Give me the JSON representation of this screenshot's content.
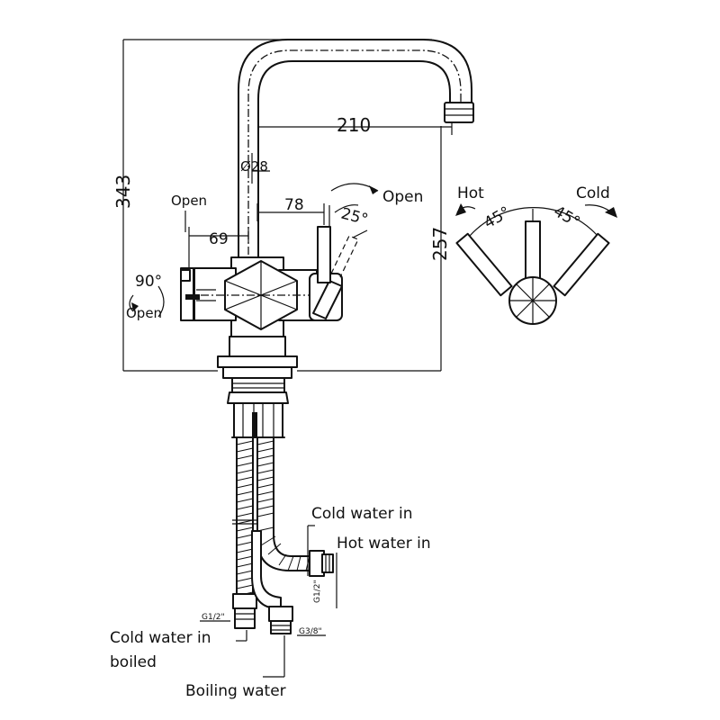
{
  "dimensions": {
    "height_total": "343",
    "spout_reach": "210",
    "spout_diameter": "Ø28",
    "lever_offset": "78",
    "knob_offset": "69",
    "height_spout": "257"
  },
  "angles": {
    "lever_tilt": "25°",
    "knob_turn": "90°",
    "hot_angle": "45°",
    "cold_angle": "45°"
  },
  "labels": {
    "open_top": "Open",
    "open_lever": "Open",
    "open_knob": "Open",
    "hot": "Hot",
    "cold": "Cold",
    "cold_water_in": "Cold water in",
    "hot_water_in": "Hot water in",
    "cold_water_in_boiled": "Cold water in",
    "boiled": "boiled",
    "boiling_water": "Boiling water"
  },
  "threads": {
    "left_hose": "G1/2\"",
    "right_hose": "G1/2\"",
    "boiling_hose": "G3/8\""
  }
}
